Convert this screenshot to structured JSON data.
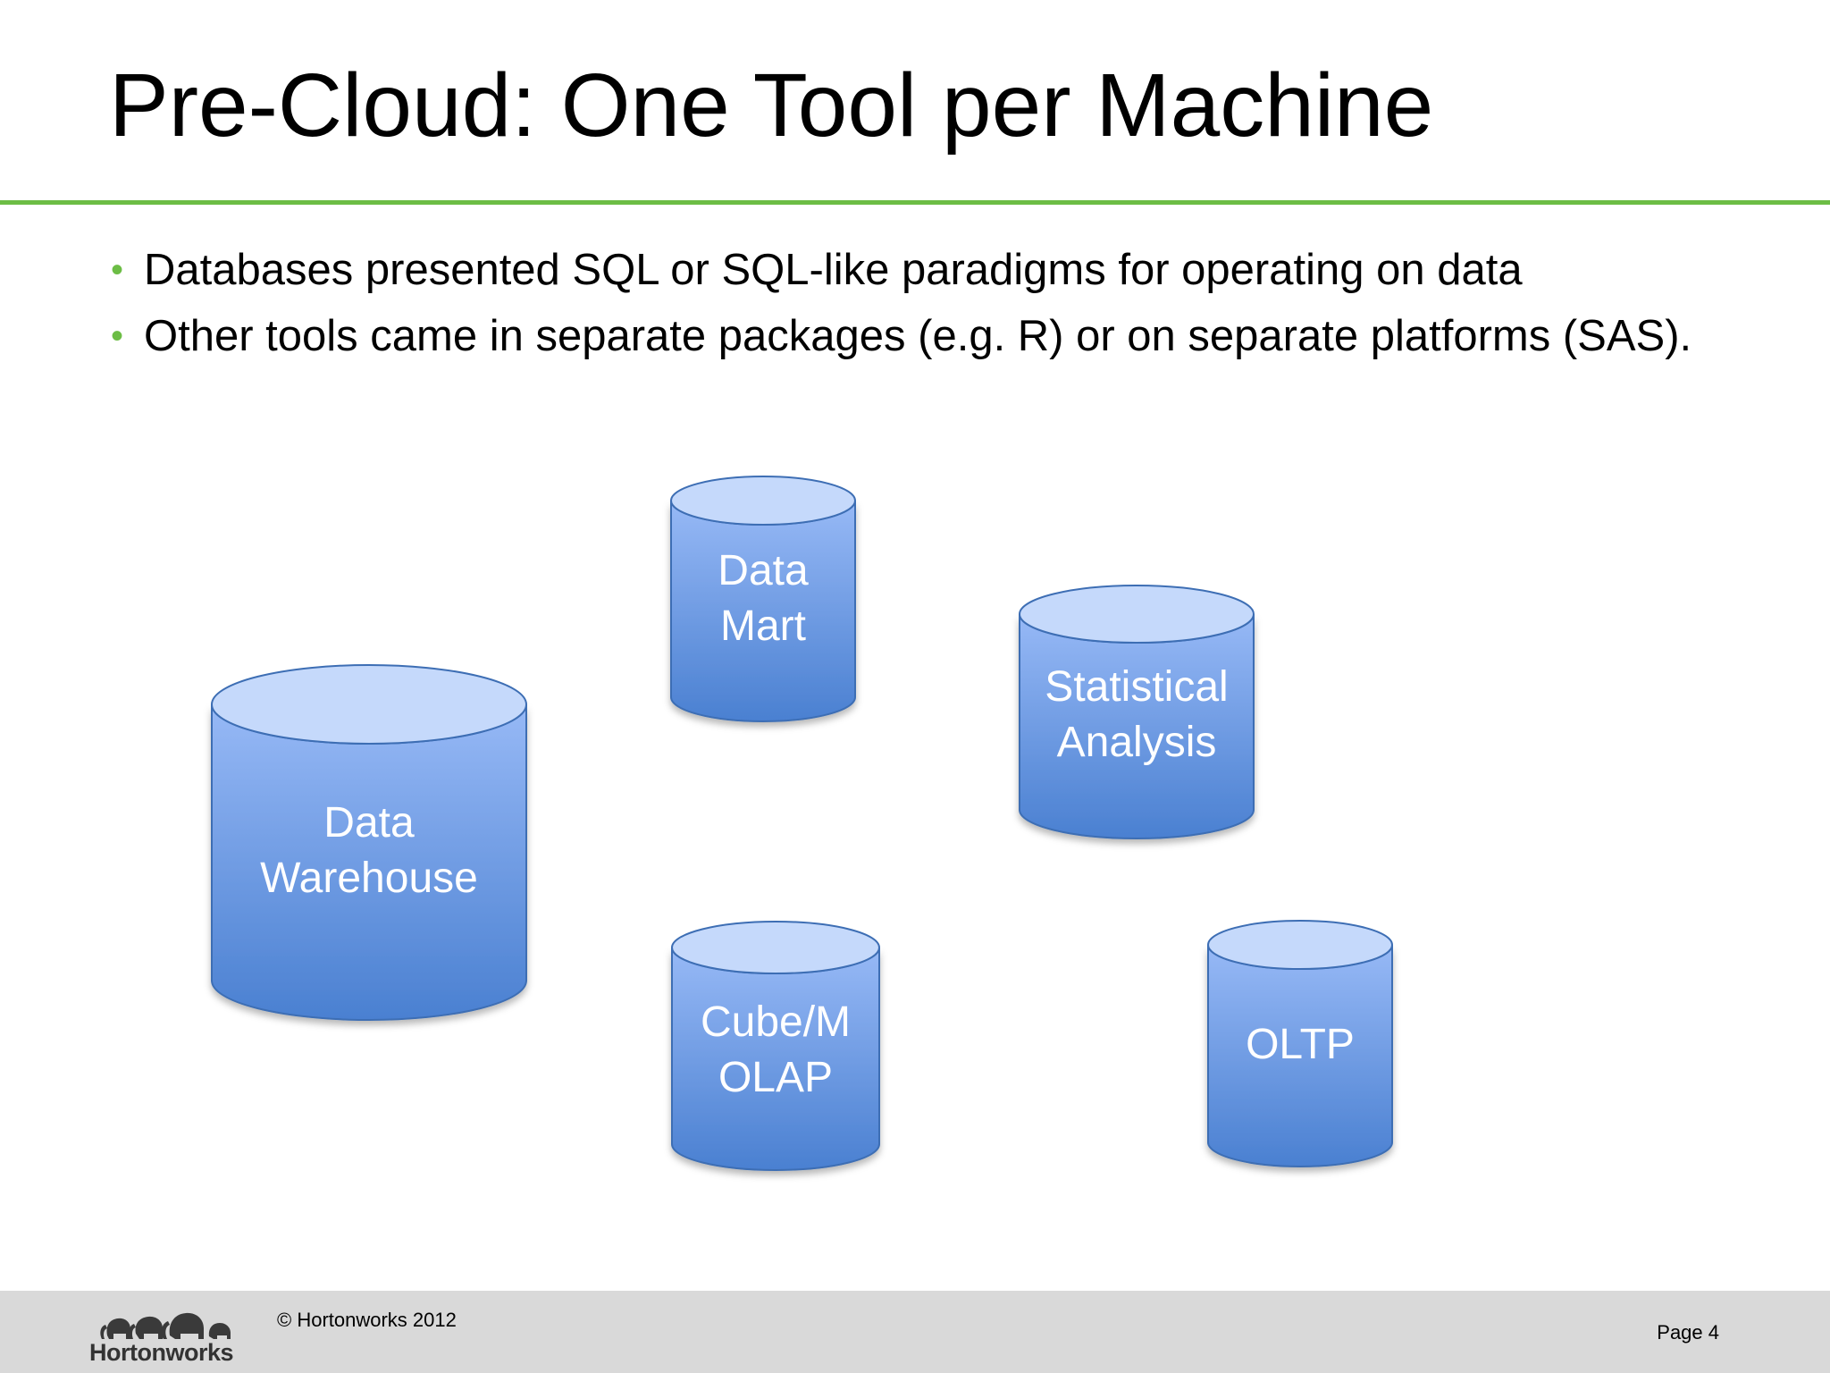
{
  "slide": {
    "title": "Pre-Cloud:  One Tool per Machine"
  },
  "bullets": [
    "Databases presented SQL or SQL-like paradigms for operating on data",
    "Other tools came in separate packages (e.g. R) or on separate platforms (SAS)."
  ],
  "cylinders": [
    {
      "id": "warehouse",
      "lines": [
        "Data",
        "Warehouse"
      ]
    },
    {
      "id": "mart",
      "lines": [
        "Data",
        "Mart"
      ]
    },
    {
      "id": "stats",
      "lines": [
        "Statistical",
        "Analysis"
      ]
    },
    {
      "id": "cube",
      "lines": [
        "Cube/M",
        "OLAP"
      ]
    },
    {
      "id": "oltp",
      "lines": [
        "OLTP"
      ]
    }
  ],
  "footer": {
    "logo_text": "Hortonworks",
    "copyright": "© Hortonworks 2012",
    "page": "Page 4"
  },
  "colors": {
    "accent_green": "#6cbd45",
    "cylinder_top": "#c5d9fb",
    "cylinder_body_light": "#97b9f6",
    "cylinder_body_dark": "#4a80d1",
    "cylinder_outline": "#3d6eb4",
    "footer_gray": "#d9d9d9"
  },
  "icons": {
    "bullet": "bullet-dot-icon",
    "logo": "elephant-herd-icon"
  }
}
